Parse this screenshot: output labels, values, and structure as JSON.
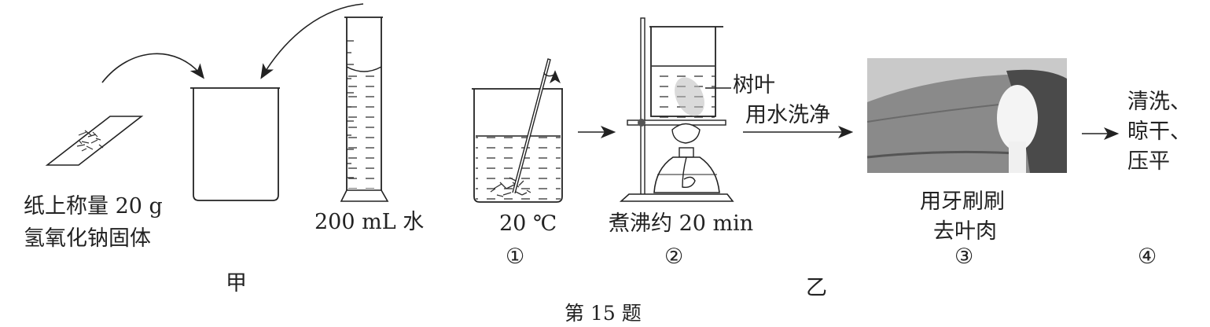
{
  "figure": {
    "caption": "第 15 题",
    "group_jia": "甲",
    "group_yi": "乙"
  },
  "jia": {
    "paper_label_line1": "纸上称量 20 g",
    "paper_label_line2": "氢氧化钠固体",
    "cylinder_label": "200 mL 水"
  },
  "steps": [
    {
      "number": "①",
      "label": "20 ℃"
    },
    {
      "number": "②",
      "label": "煮沸约 20 min",
      "pointer_label": "树叶",
      "arrow_label": "用水洗净"
    },
    {
      "number": "③",
      "label_line1": "用牙刷刷",
      "label_line2": "去叶肉"
    },
    {
      "number": "④",
      "label_line1": "清洗、",
      "label_line2": "晾干、",
      "label_line3": "压平"
    }
  ]
}
